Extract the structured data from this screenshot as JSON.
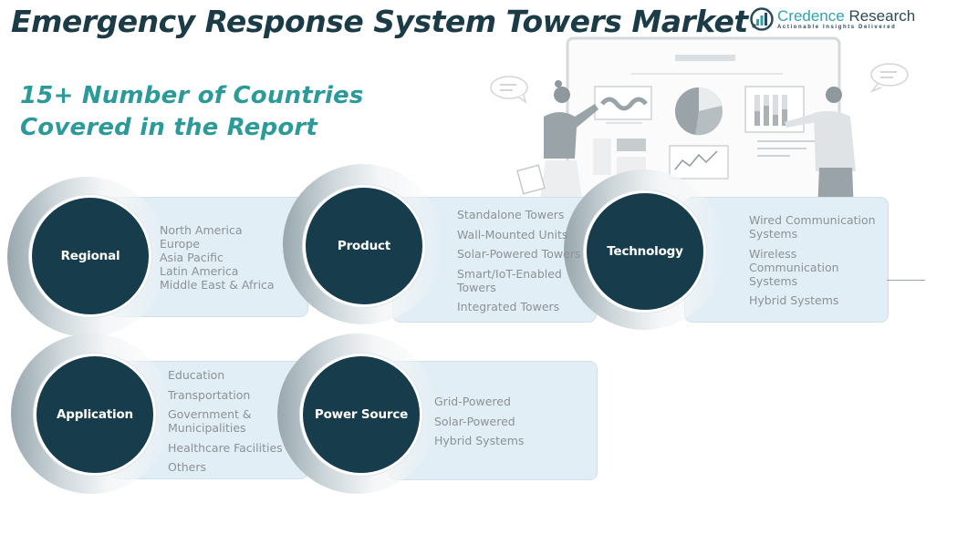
{
  "header": {
    "title": "Emergency Response System Towers Market",
    "subtitle_line1": "15+ Number of Countries",
    "subtitle_line2": "Covered in the Report"
  },
  "logo": {
    "name_part1": "Credence",
    "name_part2": " Research",
    "tagline": "Actionable Insights Delivered",
    "icon": "bar-chart-circle-icon"
  },
  "colors": {
    "title": "#1b3b47",
    "subtitle": "#2b9a98",
    "circle": "#173d4d",
    "panel": "#e2eef5",
    "item_text": "#8c9196"
  },
  "segments": [
    {
      "label": "Regional",
      "items": [
        "North America",
        "Europe",
        "Asia Pacific",
        "Latin America",
        "Middle East & Africa"
      ]
    },
    {
      "label": "Product",
      "items": [
        "Standalone Towers",
        "Wall-Mounted Units",
        "Solar-Powered Towers",
        "Smart/IoT-Enabled Towers",
        "Integrated Towers"
      ]
    },
    {
      "label": "Technology",
      "items": [
        "Wired Communication Systems",
        "Wireless Communication Systems",
        "Hybrid Systems"
      ]
    },
    {
      "label": "Application",
      "items": [
        "Education",
        "Transportation",
        "Government & Municipalities",
        "Healthcare Facilities",
        "Others"
      ]
    },
    {
      "label": "Power Source",
      "items": [
        "Grid-Powered",
        "Solar-Powered",
        "Hybrid Systems"
      ]
    }
  ]
}
